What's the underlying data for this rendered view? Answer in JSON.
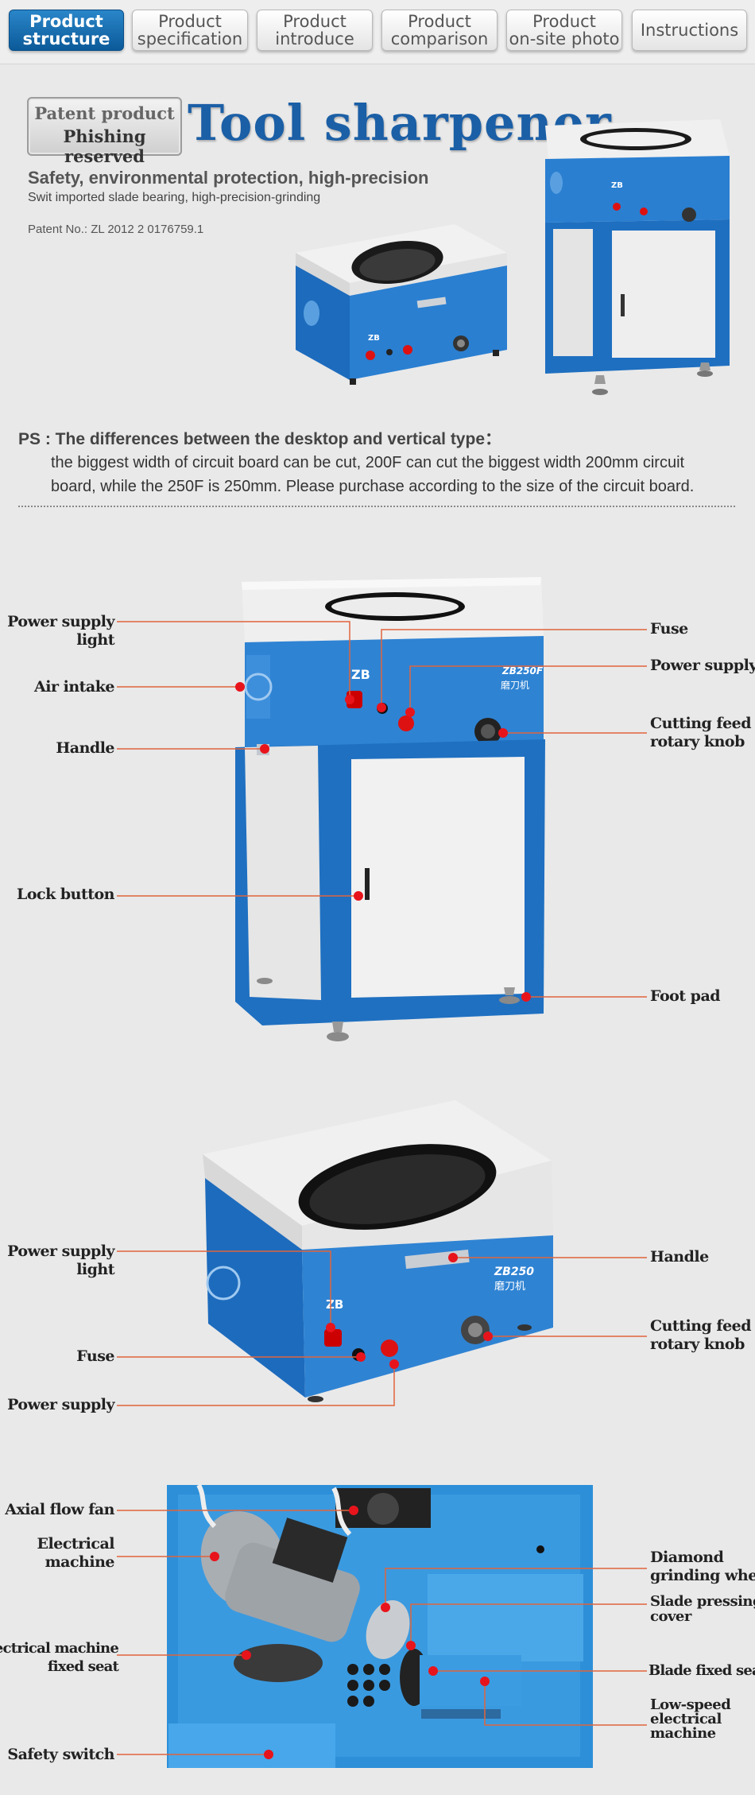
{
  "tabs": [
    {
      "line1": "Product",
      "line2": "structure",
      "active": true
    },
    {
      "line1": "Product",
      "line2": "specification",
      "active": false
    },
    {
      "line1": "Product",
      "line2": "introduce",
      "active": false
    },
    {
      "line1": "Product",
      "line2": "comparison",
      "active": false
    },
    {
      "line1": "Product",
      "line2": "on-site photo",
      "active": false
    },
    {
      "line1": "Instructions",
      "line2": "",
      "active": false
    }
  ],
  "header": {
    "badge_line1": "Patent product",
    "badge_line2": "Phishing reserved",
    "title": "Tool sharpener",
    "subtitle": "Safety, environmental protection, high-precision",
    "subline": "Swit imported slade bearing, high-precision-grinding",
    "patent": "Patent No.: ZL 2012 2 0176759.1"
  },
  "ps": {
    "heading": "PS : The differences between the desktop and vertical type：",
    "body": "the biggest width of circuit board can be cut, 200F can cut the biggest width 200mm circuit board, while the 250F is 250mm. Please purchase according to the size of the circuit board."
  },
  "machine_text": {
    "logo": "ZB",
    "vertical_model": "ZB250F",
    "vertical_model_cn": "磨刀机",
    "desktop_model": "ZB250",
    "desktop_model_cn": "磨刀机"
  },
  "vertical_labels": {
    "power_light_1": "Power supply",
    "power_light_2": "light",
    "air_intake": "Air intake",
    "handle": "Handle",
    "lock_button": "Lock button",
    "fuse": "Fuse",
    "power_supply": "Power supply",
    "knob_1": "Cutting feed",
    "knob_2": "rotary knob",
    "foot_pad": "Foot pad"
  },
  "desktop_labels": {
    "power_light_1": "Power supply",
    "power_light_2": "light",
    "fuse": "Fuse",
    "power_supply": "Power supply",
    "handle": "Handle",
    "knob_1": "Cutting feed",
    "knob_2": "rotary knob"
  },
  "interior_labels": {
    "fan": "Axial flow fan",
    "motor_1": "Electrical",
    "motor_2": "machine",
    "seat_1": "Electrical machine",
    "seat_2": "fixed seat",
    "safety": "Safety switch",
    "wheel_1": "Diamond",
    "wheel_2": "grinding wheel",
    "cover_1": "Slade pressing",
    "cover_2": "cover",
    "blade_seat": "Blade fixed seat",
    "lowspeed_1": "Low-speed",
    "lowspeed_2": "electrical",
    "lowspeed_3": "machine"
  },
  "colors": {
    "brand_blue": "#1b5fa6",
    "machine_blue": "#1e6fc0",
    "leader_line": "#e0643c",
    "marker_red": "#e8141c"
  }
}
